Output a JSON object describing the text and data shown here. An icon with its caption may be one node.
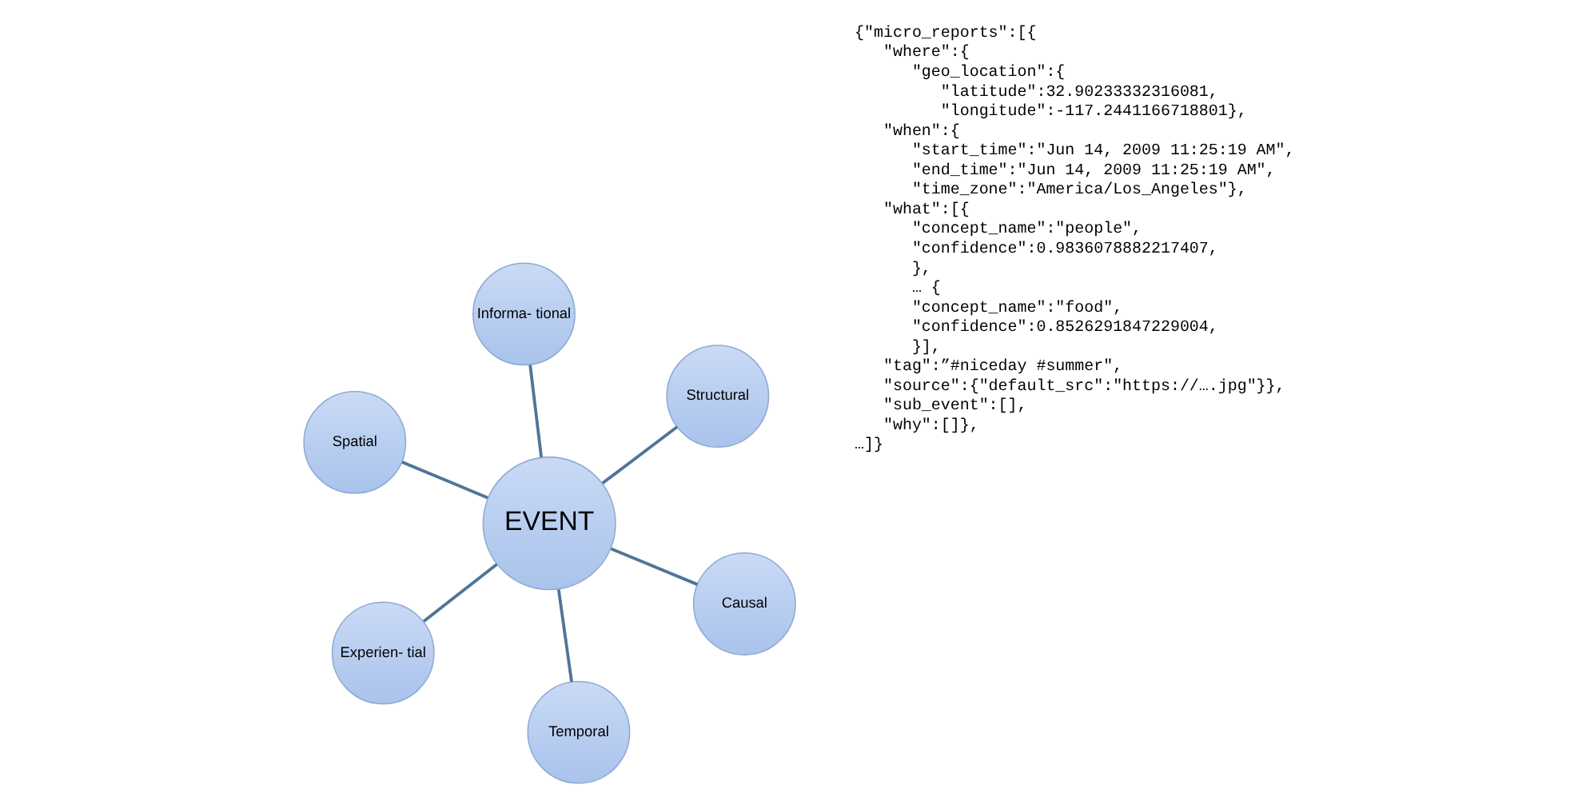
{
  "diagram": {
    "nodes": [
      {
        "text": [
          "Spatial"
        ]
      },
      {
        "text": [
          "Causal"
        ]
      },
      {
        "text": [
          "Temporal"
        ]
      },
      {
        "text": [
          "EVENT"
        ]
      },
      {
        "text": [
          "Structural"
        ]
      },
      {
        "text": [
          "Informa- tional"
        ]
      },
      {
        "text": [
          "Experien- tial"
        ]
      }
    ],
    "edges": [
      {
        "from": 3,
        "to": 0,
        "arrow": "none"
      },
      {
        "from": 3,
        "to": 2,
        "arrow": "none"
      },
      {
        "from": 3,
        "to": 5,
        "arrow": "none"
      },
      {
        "from": 3,
        "to": 6,
        "arrow": "none"
      },
      {
        "from": 3,
        "to": 4,
        "arrow": "none"
      },
      {
        "from": 3,
        "to": 1,
        "arrow": "none"
      }
    ],
    "labels": [
      "{\"micro_reports\":[{",
      "\"where\":{",
      "\"geo_location\":{",
      "\"latitude\":32.90233332316081,",
      "\"longitude\":-117.2441166718801},",
      "\"when\":{",
      "\"start_time\":\"Jun 14, 2009 11:25:19 AM\",",
      "\"end_time\":\"Jun 14, 2009 11:25:19 AM\",",
      "\"time_zone\":\"America/Los_Angeles\"},",
      "\"what\":[{",
      "\"concept_name\":\"people\",",
      "\"confidence\":0.9836078882217407,",
      "},",
      "… {",
      "\"concept_name\":\"food\",",
      "\"confidence\":0.8526291847229004,",
      "}],",
      "\"tag\":”#niceday #summer\",",
      "\"source\":{\"default_src\":\"https://….jpg\"}},",
      "\"sub_event\":[],",
      "\"why\":[]},",
      "…]}"
    ]
  }
}
